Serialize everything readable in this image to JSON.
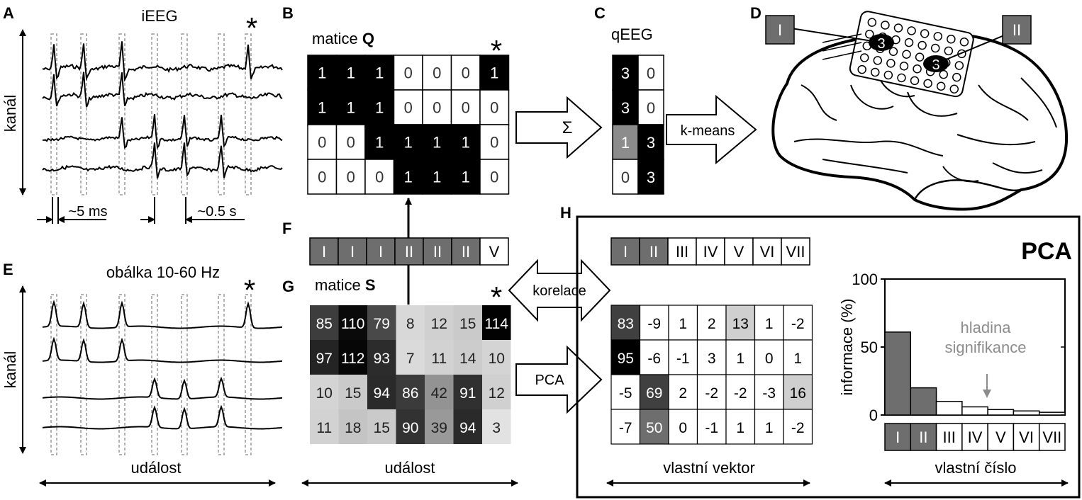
{
  "panels": {
    "A": {
      "letter": "A",
      "title": "iEEG",
      "ylabel": "kanál",
      "scale_short": "~5 ms",
      "scale_long": "~0.5 s",
      "asterisk": "*"
    },
    "B": {
      "letter": "B",
      "title_prefix": "matice ",
      "title_bold": "Q",
      "asterisk": "*",
      "matrix": [
        [
          1,
          1,
          1,
          0,
          0,
          0,
          1
        ],
        [
          1,
          1,
          1,
          0,
          0,
          0,
          0
        ],
        [
          0,
          0,
          1,
          1,
          1,
          1,
          0
        ],
        [
          0,
          0,
          0,
          1,
          1,
          1,
          0
        ]
      ]
    },
    "C": {
      "letter": "C",
      "title": "qEEG",
      "sum_symbol": "Σ",
      "matrix": [
        [
          3,
          0
        ],
        [
          3,
          0
        ],
        [
          1,
          3
        ],
        [
          0,
          3
        ]
      ],
      "shades": [
        [
          "black",
          "white"
        ],
        [
          "black",
          "white"
        ],
        [
          "gray",
          "black"
        ],
        [
          "white",
          "black"
        ]
      ]
    },
    "D": {
      "letter": "D",
      "label_left": "I",
      "label_right": "II",
      "marker_value": "3"
    },
    "E": {
      "letter": "E",
      "title": "obálka 10-60 Hz",
      "ylabel": "kanál",
      "xlabel": "událost",
      "asterisk": "*"
    },
    "F": {
      "letter": "F",
      "labels": [
        "I",
        "I",
        "I",
        "II",
        "II",
        "II",
        "V"
      ],
      "shaded": [
        true,
        true,
        true,
        true,
        true,
        true,
        false
      ]
    },
    "G": {
      "letter": "G",
      "title_prefix": "matice ",
      "title_bold": "S",
      "asterisk": "*",
      "xlabel": "událost",
      "matrix": [
        [
          85,
          110,
          79,
          8,
          12,
          15,
          114
        ],
        [
          97,
          112,
          93,
          7,
          11,
          14,
          10
        ],
        [
          10,
          15,
          94,
          86,
          42,
          91,
          12
        ],
        [
          11,
          18,
          15,
          90,
          39,
          94,
          3
        ]
      ]
    },
    "H": {
      "letter": "H",
      "title": "PCA",
      "component_labels": [
        "I",
        "II",
        "III",
        "IV",
        "V",
        "VI",
        "VII"
      ],
      "component_shaded": [
        true,
        true,
        false,
        false,
        false,
        false,
        false
      ],
      "eigvec": [
        [
          83,
          -9,
          1,
          2,
          13,
          1,
          -2
        ],
        [
          95,
          -6,
          -1,
          3,
          1,
          0,
          1
        ],
        [
          -5,
          69,
          2,
          -2,
          -2,
          -3,
          16
        ],
        [
          -7,
          50,
          0,
          -1,
          1,
          1,
          -2
        ]
      ],
      "eigvec_xlabel": "vlastní vektor",
      "eig_xlabel": "vlastní číslo",
      "annotation_line1": "hladina",
      "annotation_line2": "signifikance"
    }
  },
  "arrows": {
    "korelace": "korelace",
    "pca": "PCA",
    "kmeans": "k-means"
  },
  "chart_data": {
    "type": "bar",
    "categories": [
      "I",
      "II",
      "III",
      "IV",
      "V",
      "VI",
      "VII"
    ],
    "values": [
      61,
      20,
      10,
      6,
      4,
      3,
      2
    ],
    "ylabel": "informace (%)",
    "xlabel": "vlastní číslo",
    "ylim": [
      0,
      100
    ],
    "yticks": [
      0,
      50,
      100
    ],
    "bar_colors": [
      "#6e6e6e",
      "#6e6e6e",
      "#ffffff",
      "#ffffff",
      "#ffffff",
      "#ffffff",
      "#ffffff"
    ]
  }
}
